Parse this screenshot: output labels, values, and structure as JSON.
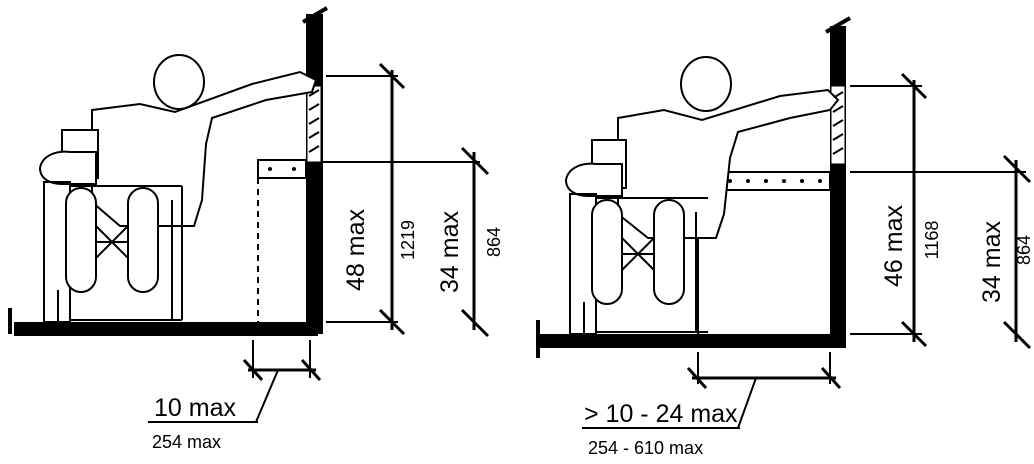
{
  "left_panel": {
    "reach_height": {
      "imperial": "48 max",
      "metric": "1219"
    },
    "obstruction_height": {
      "imperial": "34 max",
      "metric": "864"
    },
    "obstruction_depth": {
      "imperial": "10 max",
      "metric": "254 max"
    }
  },
  "right_panel": {
    "reach_height": {
      "imperial": "46 max",
      "metric": "1168"
    },
    "obstruction_height": {
      "imperial": "34 max",
      "metric": "864"
    },
    "obstruction_depth": {
      "imperial": "> 10 - 24 max",
      "metric": "254 - 610 max"
    }
  },
  "icons": [
    "wheelchair-user-figure",
    "wall",
    "floor",
    "countertop-obstruction",
    "dimension-line"
  ]
}
